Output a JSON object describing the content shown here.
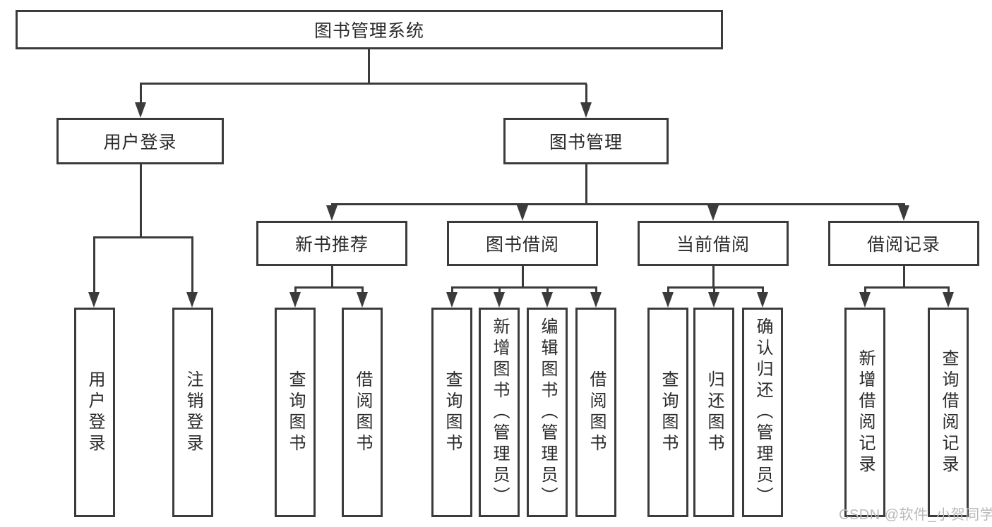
{
  "colors": {
    "line": "#3b3b3b",
    "text": "#2b2b2b",
    "background": "#ffffff",
    "watermark": "#b9b9b9"
  },
  "watermark": {
    "text": "CSDN @软件_小贺同学"
  },
  "diagram": {
    "root": {
      "label": "图书管理系统"
    },
    "level2": [
      {
        "label": "用户登录"
      },
      {
        "label": "图书管理"
      }
    ],
    "level3": [
      {
        "label": "新书推荐"
      },
      {
        "label": "图书借阅"
      },
      {
        "label": "当前借阅"
      },
      {
        "label": "借阅记录"
      }
    ],
    "leaves": [
      {
        "label": "用户登录"
      },
      {
        "label": "注销登录"
      },
      {
        "label": "查询图书"
      },
      {
        "label": "借阅图书"
      },
      {
        "label": "查询图书"
      },
      {
        "label": "新增图书（管理员）"
      },
      {
        "label": "编辑图书（管理员）"
      },
      {
        "label": "借阅图书"
      },
      {
        "label": "查询图书"
      },
      {
        "label": "归还图书"
      },
      {
        "label": "确认归还（管理员）"
      },
      {
        "label": "新增借阅记录"
      },
      {
        "label": "查询借阅记录"
      }
    ]
  }
}
